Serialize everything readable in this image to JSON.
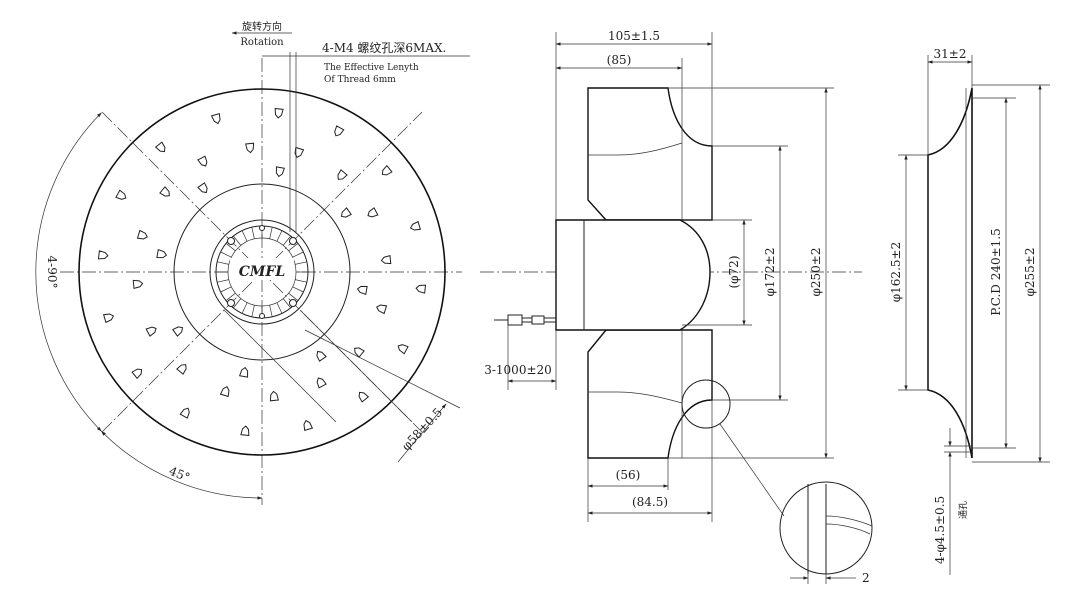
{
  "annotations": {
    "rotation_cn": "旋转方向",
    "rotation_en": "Rotation",
    "thread_spec": "4-M4 螺纹孔深6MAX.",
    "thread_note_1": "The Effective Lenyth",
    "thread_note_2": "Of Thread 6mm",
    "angle_4x90": "4-90°",
    "angle_45": "45°",
    "hub_diameter": "φ58±0.5",
    "logo": "CMFL"
  },
  "side_view": {
    "width_total": "105±1.5",
    "width_85": "(85)",
    "width_56": "(56)",
    "width_84_5": "(84.5)",
    "motor_dia": "(φ72)",
    "inner_dia": "φ172±2",
    "outer_dia": "φ250±2",
    "cable": "3-1000±20",
    "detail_gap": "2"
  },
  "inlet_ring": {
    "depth": "31±2",
    "inner_dia": "φ162.5±2",
    "pcd": "P.C.D 240±1.5",
    "outer_dia": "φ255±2",
    "holes": "4-φ4.5±0.5",
    "holes_note": "通孔"
  },
  "colors": {
    "ink": "#222222",
    "paper": "#ffffff"
  }
}
